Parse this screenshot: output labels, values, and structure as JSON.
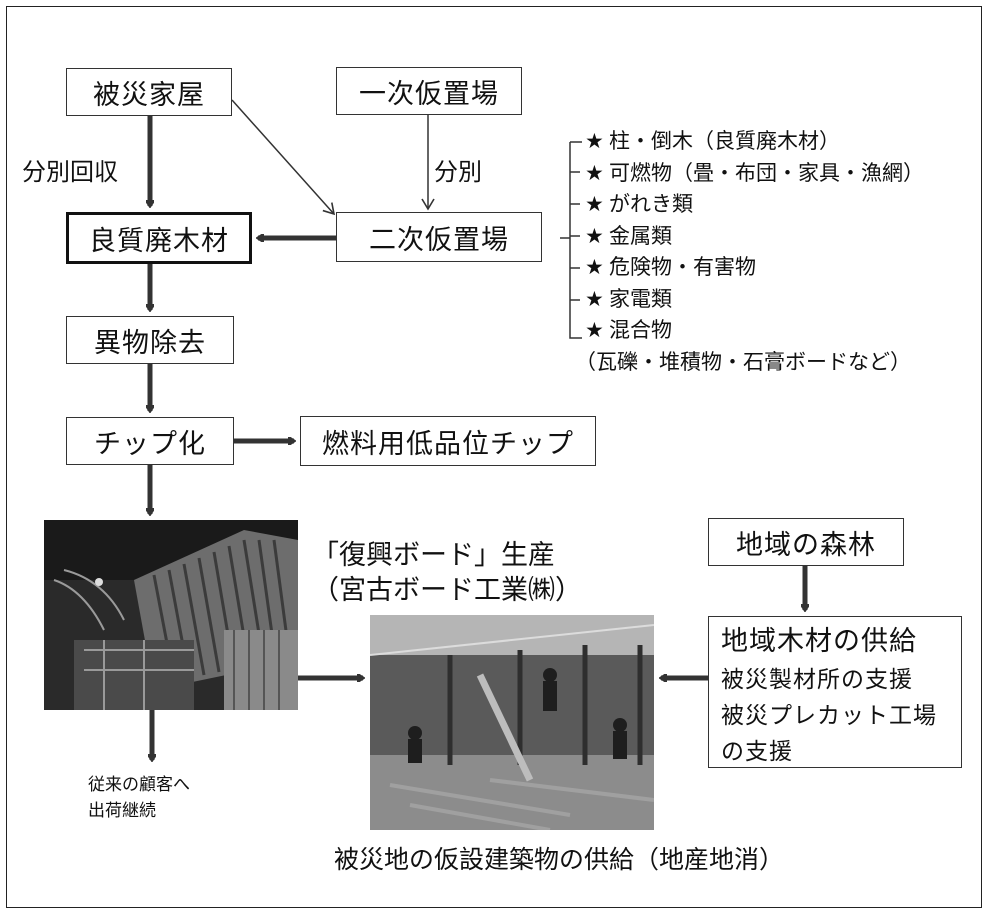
{
  "boxes": {
    "disaster_houses": "被災家屋",
    "primary_site": "一次仮置場",
    "secondary_site": "二次仮置場",
    "quality_wood": "良質廃木材",
    "foreign_removal": "異物除去",
    "chipping": "チップ化",
    "fuel_chip": "燃料用低品位チップ",
    "local_forest": "地域の森林",
    "local_supply": "地域木材の供給",
    "sawmill_support": "被災製材所の支援",
    "precut_support_1": "被災プレカット工場",
    "precut_support_2": "の支援"
  },
  "labels": {
    "separate_collection": "分別回収",
    "separation": "分別",
    "board_production_1": "「復興ボード」生産",
    "board_production_2": "（宮古ボード工業㈱）",
    "ship_continue_1": "従来の顧客へ",
    "ship_continue_2": "出荷継続",
    "caption": "被災地の仮設建築物の供給（地産地消）"
  },
  "sorted_items": [
    "柱・倒木（良質廃木材）",
    "可燃物（畳・布団・家具・漁網）",
    "がれき類",
    "金属類",
    "危険物・有害物",
    "家電類",
    "混合物"
  ],
  "sorted_items_note": "（瓦礫・堆積物・石膏ボードなど）",
  "star_symbol": "★",
  "colors": {
    "line": "#333333",
    "background": "#ffffff"
  }
}
